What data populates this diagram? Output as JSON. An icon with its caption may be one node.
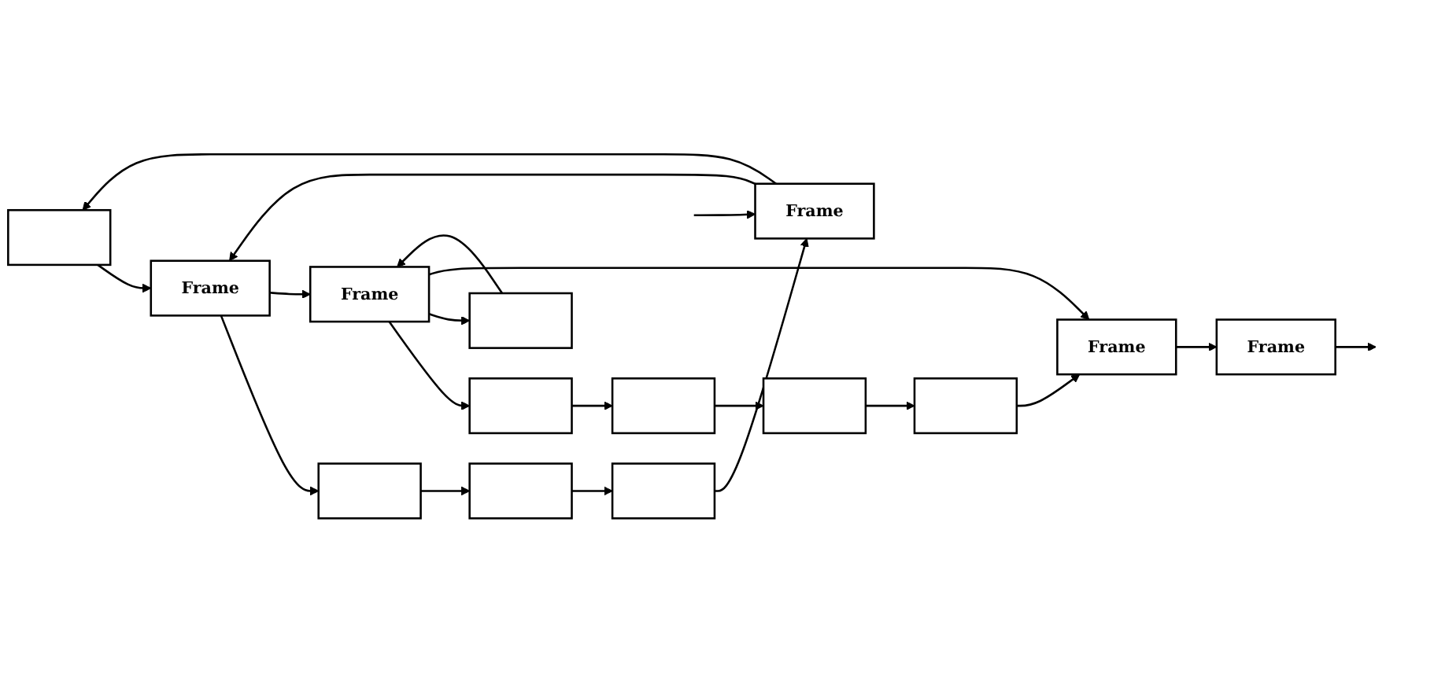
{
  "diagram": {
    "nodes": [
      {
        "text": [],
        "shape": "box"
      },
      {
        "text": [],
        "shape": "box"
      },
      {
        "text": [],
        "shape": "box"
      },
      {
        "text": [],
        "shape": "box"
      },
      {
        "text": [],
        "shape": "box"
      },
      {
        "text": [
          "Frame"
        ]
      },
      {
        "text": [
          "Frame"
        ]
      },
      {
        "text": [
          "Frame"
        ]
      },
      {
        "text": [
          "Frame"
        ]
      },
      {
        "text": [
          "Frame"
        ]
      },
      {
        "text": [],
        "shape": "box"
      },
      {
        "text": [],
        "shape": "box"
      },
      {
        "text": [],
        "shape": "box"
      },
      {
        "text": [],
        "shape": "box"
      }
    ],
    "edges": [
      {
        "from": null,
        "to": 5,
        "arrow": "to"
      },
      {
        "from": 5,
        "to": 2,
        "arrow": "to"
      },
      {
        "from": 2,
        "to": 6,
        "arrow": "to"
      },
      {
        "from": 5,
        "to": 6,
        "arrow": "to"
      },
      {
        "from": 6,
        "to": 11,
        "arrow": "to"
      },
      {
        "from": 11,
        "to": 13,
        "arrow": "to"
      },
      {
        "from": 13,
        "to": 10,
        "arrow": "to"
      },
      {
        "from": 10,
        "to": 5,
        "arrow": "to"
      },
      {
        "from": 6,
        "to": 7,
        "arrow": "to"
      },
      {
        "from": 7,
        "to": 3,
        "arrow": "to"
      },
      {
        "from": 3,
        "to": 0,
        "arrow": "to"
      },
      {
        "from": 0,
        "to": 1,
        "arrow": "to"
      },
      {
        "from": 1,
        "to": 4,
        "arrow": "to"
      },
      {
        "from": 4,
        "to": 8,
        "arrow": "to"
      },
      {
        "from": 7,
        "to": 12,
        "arrow": "to"
      },
      {
        "from": 12,
        "to": 7,
        "arrow": "to"
      },
      {
        "from": 7,
        "to": 8,
        "arrow": "to"
      },
      {
        "from": 8,
        "to": 9,
        "arrow": "to"
      },
      {
        "from": 9,
        "to": null,
        "arrow": "to"
      }
    ]
  }
}
